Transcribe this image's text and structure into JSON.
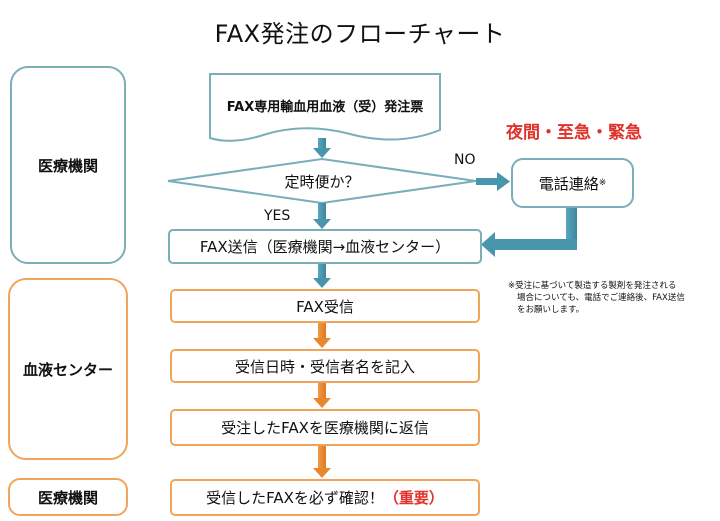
{
  "title": "FAX発注のフローチャート",
  "lanes": {
    "medical_top": "医療機関",
    "blood_center": "血液センター",
    "medical_bottom": "医療機関"
  },
  "nodes": {
    "order_form": "FAX専用輸血用血液（受）発注票",
    "decision": "定時便か？",
    "fax_send": "FAX送信（医療機関→血液センター）",
    "phone_contact": "電話連絡",
    "phone_mark": "※",
    "fax_receive": "FAX受信",
    "record": "受信日時・受信者名を記入",
    "reply": "受注したFAXを医療機関に返信",
    "confirm_main": "受信したFAXを必ず確認！",
    "confirm_emphasis": "（重要）"
  },
  "labels": {
    "no": "NO",
    "yes": "YES",
    "urgent": "夜間・至急・緊急"
  },
  "note": {
    "line1": "※受注に基づいて製造する製剤を発注される",
    "line2": "場合についても、電話でご連絡後、FAX送信",
    "line3": "をお願いします。"
  },
  "colors": {
    "teal_border": "#79aeba",
    "orange_border": "#f2a45a",
    "teal_arrow": "#4a95ae",
    "orange_arrow": "#e9872e",
    "emphasis_red": "#e0312b"
  }
}
